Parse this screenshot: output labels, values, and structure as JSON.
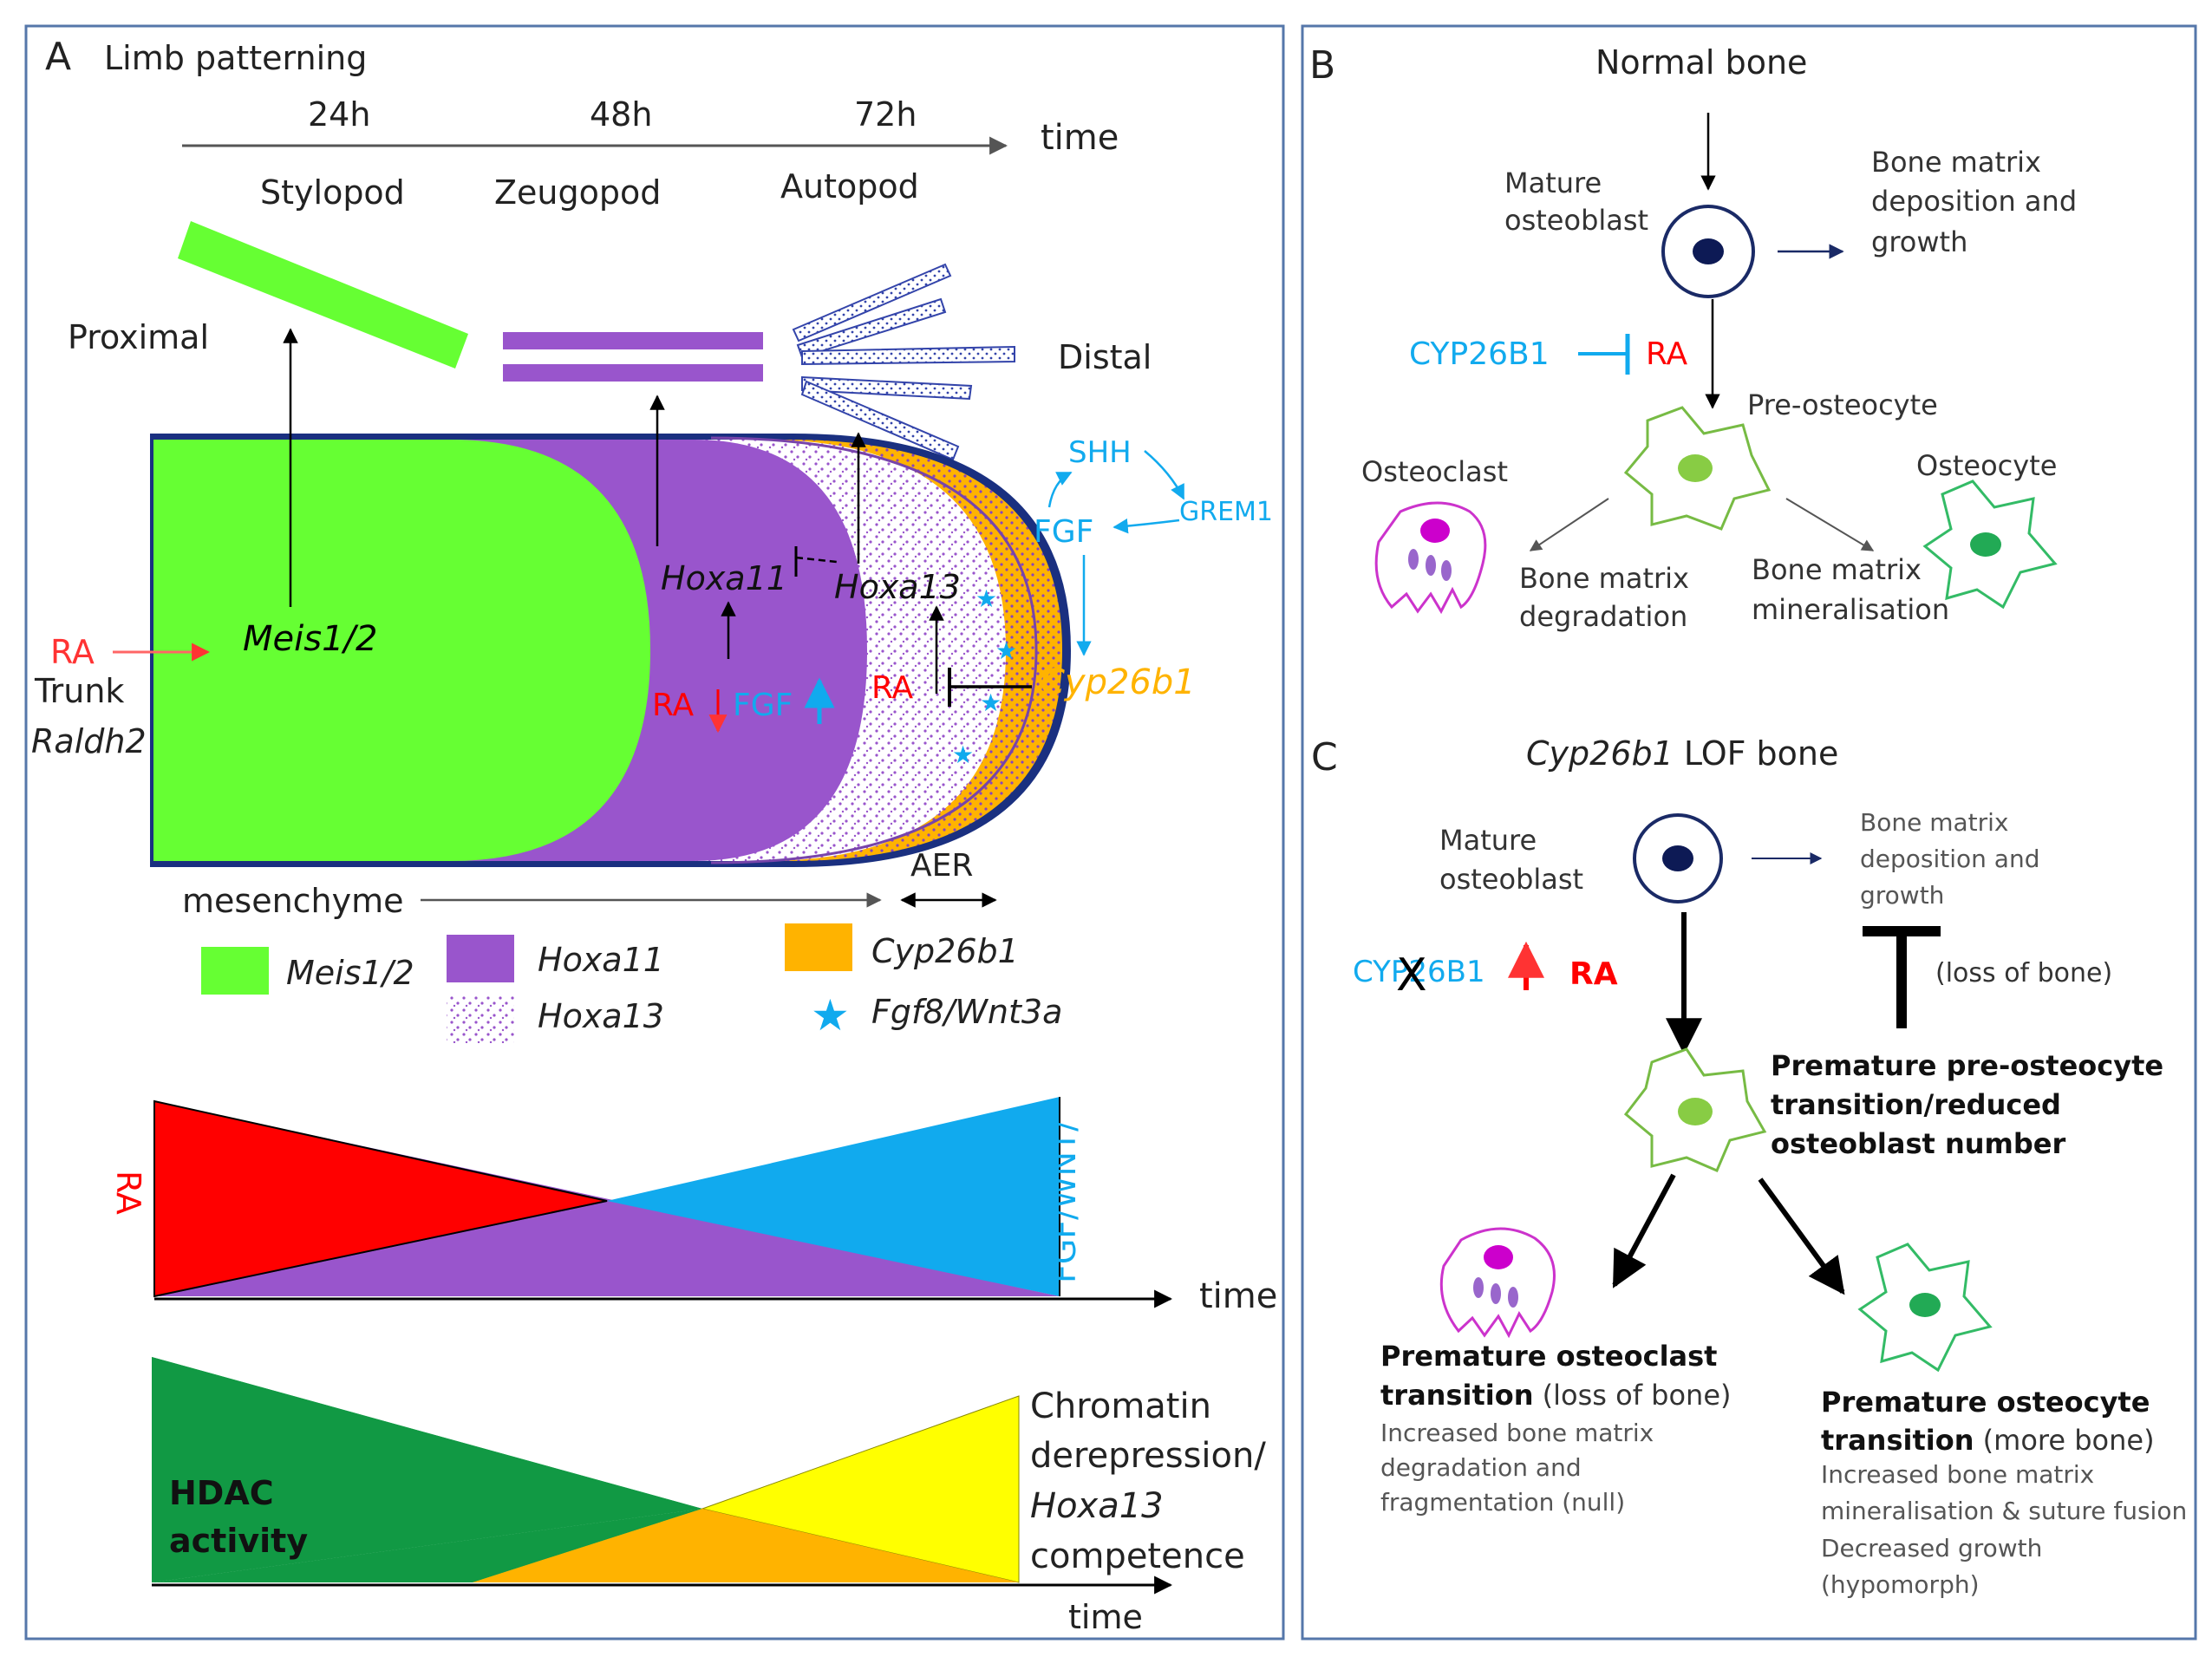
{
  "panelA": {
    "letter": "A",
    "title": "Limb patterning",
    "timeline": {
      "t1": "24h",
      "t2": "48h",
      "t3": "72h",
      "label": "time"
    },
    "segments": {
      "stylopod": "Stylopod",
      "zeugopod": "Zeugopod",
      "autopod": "Autopod"
    },
    "proximal": "Proximal",
    "distal": "Distal",
    "bud": {
      "meis": "Meis1/2",
      "hoxa11": "Hoxa11",
      "hoxa13": "Hoxa13",
      "ra_in": "RA",
      "trunk": "Trunk",
      "raldh2": "Raldh2",
      "ra_mid": "RA",
      "fgf_mid": "FGF",
      "ra_distal": "RA",
      "cyp": "Cyp26b1",
      "shh": "SHH",
      "grem1": "GREM1",
      "fgf_loop": "FGF"
    },
    "axis": {
      "mesenchyme": "mesenchyme",
      "aer": "AER"
    },
    "legend": {
      "meis": "Meis1/2",
      "hoxa11": "Hoxa11",
      "hoxa13": "Hoxa13",
      "cyp": "Cyp26b1",
      "fgf8": "Fgf8/Wnt3a"
    },
    "gradient1": {
      "ra": "RA",
      "fgfwnt": "FGF/WNT/",
      "time": "time"
    },
    "gradient2": {
      "hdac1": "HDAC",
      "hdac2": "activity",
      "chrom1": "Chromatin",
      "chrom2": "derepression/",
      "chrom3": "Hoxa13",
      "chrom4": "competence",
      "time": "time"
    }
  },
  "panelB": {
    "letter": "B",
    "title": "Normal bone",
    "mature1": "Mature",
    "mature2": "osteoblast",
    "matrix1": "Bone matrix",
    "matrix2": "deposition and",
    "matrix3": "growth",
    "cyp": "CYP26B1",
    "ra": "RA",
    "preost": "Pre-osteocyte",
    "osteoclast": "Osteoclast",
    "osteocyte": "Osteocyte",
    "deg1": "Bone matrix",
    "deg2": "degradation",
    "min1": "Bone matrix",
    "min2": "mineralisation"
  },
  "panelC": {
    "letter": "C",
    "title_gene": "Cyp26b1",
    "title_rest": " LOF bone",
    "mature1": "Mature",
    "mature2": "osteoblast",
    "matrix1": "Bone matrix",
    "matrix2": "deposition and",
    "matrix3": "growth",
    "cyp": "CYP26B1",
    "ra": "RA",
    "loss": "(loss of bone)",
    "pre1": "Premature pre-osteocyte",
    "pre2": "transition/reduced",
    "pre3": "osteoblast number",
    "ocl1": "Premature osteoclast",
    "ocl2a": "transition",
    "ocl2b": " (loss of bone)",
    "ocl3": "Increased bone matrix",
    "ocl4": "degradation and",
    "ocl5": "fragmentation (null)",
    "ocy1": "Premature osteocyte",
    "ocy2a": "transition",
    "ocy2b": " (more bone)",
    "ocy3": "Increased bone matrix",
    "ocy4": "mineralisation & suture fusion",
    "ocy5": "Decreased growth",
    "ocy6": "(hypomorph)"
  },
  "colors": {
    "green": "#66ff33",
    "purple": "#9955cc",
    "orange": "#ffb300",
    "cyan": "#11aaee",
    "red": "#ff0000",
    "dkgreen": "#119944",
    "yellow": "#ffff00",
    "navy": "#1a2a66",
    "magenta": "#cc33cc"
  }
}
